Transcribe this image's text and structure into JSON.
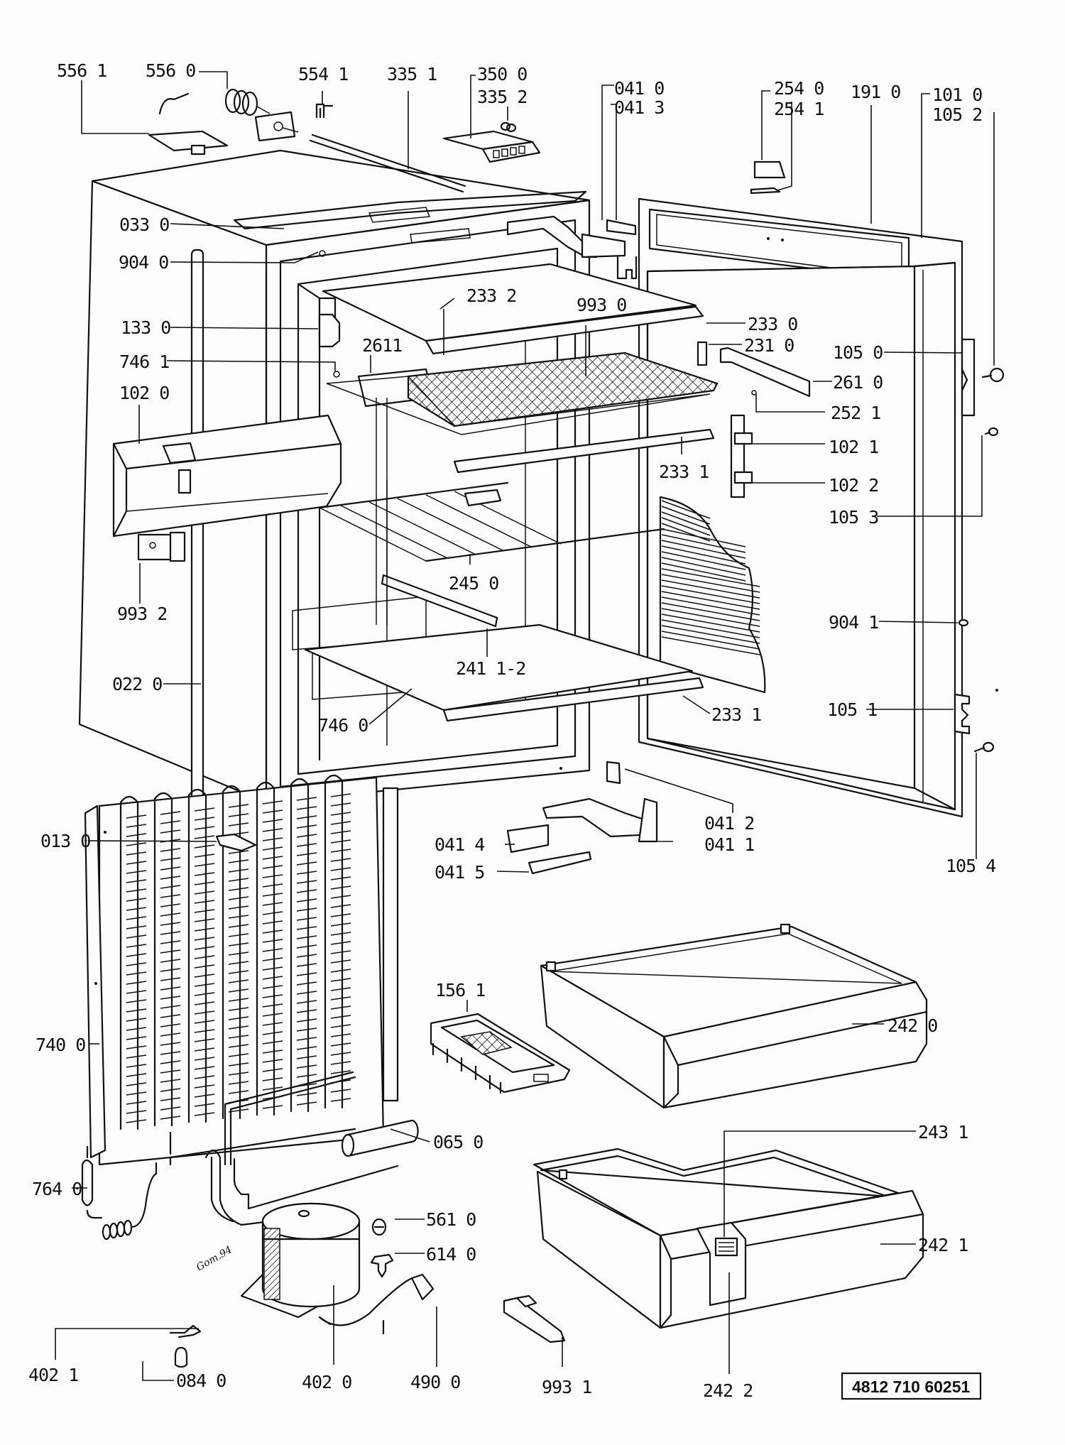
{
  "diagram": {
    "title": "Refrigerator exploded parts view",
    "reference_number": "4812 710 60251",
    "handwritten_note": "Gom.94",
    "labels": {
      "l5561": "556 1",
      "l5560": "556 0",
      "l5541": "554 1",
      "l3351": "335 1",
      "l3500": "350 0",
      "l3352": "335 2",
      "l0410": "041 0",
      "l0413": "041 3",
      "l2540": "254 0",
      "l2541": "254 1",
      "l1910": "191 0",
      "l1010": "101 0",
      "l1052": "105 2",
      "l0330": "033 0",
      "l9040": "904 0",
      "l2332": "233 2",
      "l9930": "993 0",
      "l1330": "133 0",
      "l2330": "233 0",
      "l2611": "2611",
      "l2310": "231 0",
      "l7461": "746 1",
      "l1050": "105 0",
      "l2610": "261 0",
      "l2521": "252 1",
      "l1020": "102 0",
      "l1021": "102 1",
      "l2331a": "233 1",
      "l1022": "102 2",
      "l1053": "105 3",
      "l2450": "245 0",
      "l9932": "993 2",
      "l9041": "904 1",
      "l24112": "241 1-2",
      "l0220": "022 0",
      "l7460": "746 0",
      "l2331b": "233 1",
      "l1051": "105 1",
      "l0412": "041 2",
      "l0130": "013 0",
      "l0414": "041 4",
      "l0411": "041 1",
      "l0415": "041 5",
      "l1054": "105 4",
      "l1561": "156 1",
      "l2420": "242 0",
      "l7400": "740 0",
      "l2431": "243 1",
      "l0650": "065 0",
      "l7640": "764 0",
      "l5610": "561 0",
      "l6140": "614 0",
      "l2421": "242 1",
      "l4021": "402 1",
      "l0840": "084 0",
      "l4020": "402 0",
      "l4900": "490 0",
      "l9931": "993 1",
      "l2422": "242 2"
    }
  }
}
